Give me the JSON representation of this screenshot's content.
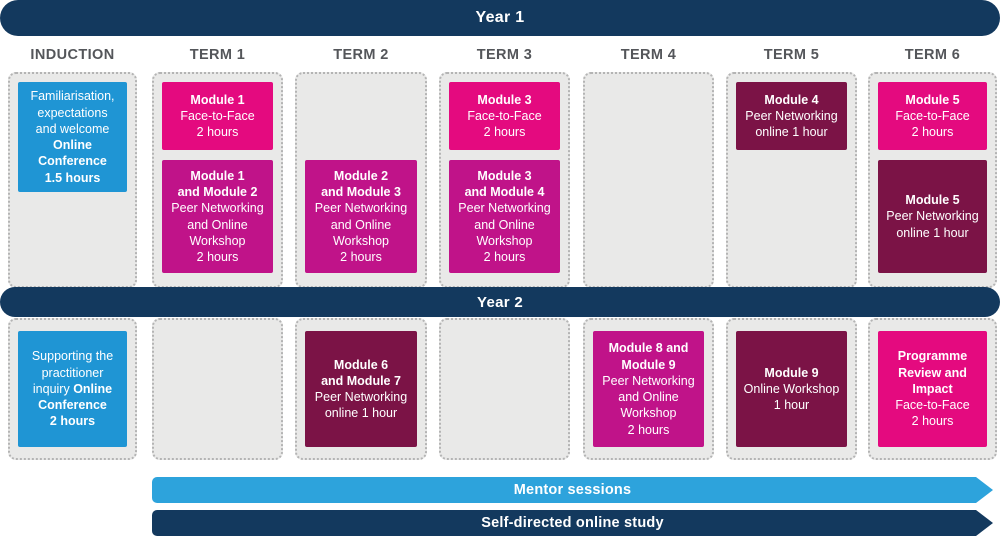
{
  "banners": {
    "year1": "Year 1",
    "year2": "Year 2",
    "mentor": "Mentor sessions",
    "self_study": "Self-directed online study"
  },
  "column_headers": [
    "INDUCTION",
    "TERM 1",
    "TERM 2",
    "TERM 3",
    "TERM 4",
    "TERM 5",
    "TERM 6"
  ],
  "colors": {
    "navy": "#13395e",
    "blue": "#1f95d4",
    "light_blue": "#2da3dc",
    "pink": "#e40a7f",
    "magenta": "#c01389",
    "maroon": "#7b1346",
    "column_bg": "#e9e9e8",
    "header_text": "#54565a"
  },
  "year1_cards": [
    {
      "column": 0,
      "slot": "tall",
      "color": "blue",
      "lines": [
        {
          "parts": [
            {
              "text": "Familiarisation,",
              "bold": false
            }
          ]
        },
        {
          "parts": [
            {
              "text": "expectations",
              "bold": false
            }
          ]
        },
        {
          "parts": [
            {
              "text": "and welcome",
              "bold": false
            }
          ]
        },
        {
          "parts": [
            {
              "text": "Online",
              "bold": true
            }
          ]
        },
        {
          "parts": [
            {
              "text": "Conference",
              "bold": true
            }
          ]
        },
        {
          "parts": [
            {
              "text": "1.5 hours",
              "bold": true
            }
          ]
        }
      ]
    },
    {
      "column": 1,
      "slot": "a",
      "color": "pink",
      "lines": [
        {
          "parts": [
            {
              "text": "Module 1",
              "bold": true
            }
          ]
        },
        {
          "parts": [
            {
              "text": "Face-to-Face",
              "bold": false
            }
          ]
        },
        {
          "parts": [
            {
              "text": "2 hours",
              "bold": false
            }
          ]
        }
      ]
    },
    {
      "column": 1,
      "slot": "b",
      "color": "magenta",
      "lines": [
        {
          "parts": [
            {
              "text": "Module 1",
              "bold": true
            }
          ]
        },
        {
          "parts": [
            {
              "text": "and Module 2",
              "bold": true
            }
          ]
        },
        {
          "parts": [
            {
              "text": "Peer Networking",
              "bold": false
            }
          ]
        },
        {
          "parts": [
            {
              "text": "and Online",
              "bold": false
            }
          ]
        },
        {
          "parts": [
            {
              "text": "Workshop",
              "bold": false
            }
          ]
        },
        {
          "parts": [
            {
              "text": "2 hours",
              "bold": false
            }
          ]
        }
      ]
    },
    {
      "column": 2,
      "slot": "b",
      "color": "magenta",
      "lines": [
        {
          "parts": [
            {
              "text": "Module 2",
              "bold": true
            }
          ]
        },
        {
          "parts": [
            {
              "text": "and Module 3",
              "bold": true
            }
          ]
        },
        {
          "parts": [
            {
              "text": "Peer Networking",
              "bold": false
            }
          ]
        },
        {
          "parts": [
            {
              "text": "and Online",
              "bold": false
            }
          ]
        },
        {
          "parts": [
            {
              "text": "Workshop",
              "bold": false
            }
          ]
        },
        {
          "parts": [
            {
              "text": "2 hours",
              "bold": false
            }
          ]
        }
      ]
    },
    {
      "column": 3,
      "slot": "a",
      "color": "pink",
      "lines": [
        {
          "parts": [
            {
              "text": "Module 3",
              "bold": true
            }
          ]
        },
        {
          "parts": [
            {
              "text": "Face-to-Face",
              "bold": false
            }
          ]
        },
        {
          "parts": [
            {
              "text": "2 hours",
              "bold": false
            }
          ]
        }
      ]
    },
    {
      "column": 3,
      "slot": "b",
      "color": "magenta",
      "lines": [
        {
          "parts": [
            {
              "text": "Module 3",
              "bold": true
            }
          ]
        },
        {
          "parts": [
            {
              "text": "and Module 4",
              "bold": true
            }
          ]
        },
        {
          "parts": [
            {
              "text": "Peer Networking",
              "bold": false
            }
          ]
        },
        {
          "parts": [
            {
              "text": "and Online",
              "bold": false
            }
          ]
        },
        {
          "parts": [
            {
              "text": "Workshop",
              "bold": false
            }
          ]
        },
        {
          "parts": [
            {
              "text": "2 hours",
              "bold": false
            }
          ]
        }
      ]
    },
    {
      "column": 5,
      "slot": "a",
      "color": "maroon",
      "lines": [
        {
          "parts": [
            {
              "text": "Module 4",
              "bold": true
            }
          ]
        },
        {
          "parts": [
            {
              "text": "Peer Networking",
              "bold": false
            }
          ]
        },
        {
          "parts": [
            {
              "text": "online 1 hour",
              "bold": false
            }
          ]
        }
      ]
    },
    {
      "column": 6,
      "slot": "a",
      "color": "pink",
      "lines": [
        {
          "parts": [
            {
              "text": "Module 5",
              "bold": true
            }
          ]
        },
        {
          "parts": [
            {
              "text": "Face-to-Face",
              "bold": false
            }
          ]
        },
        {
          "parts": [
            {
              "text": "2 hours",
              "bold": false
            }
          ]
        }
      ]
    },
    {
      "column": 6,
      "slot": "b",
      "color": "maroon",
      "lines": [
        {
          "parts": [
            {
              "text": "Module 5",
              "bold": true
            }
          ]
        },
        {
          "parts": [
            {
              "text": "Peer Networking",
              "bold": false
            }
          ]
        },
        {
          "parts": [
            {
              "text": "online 1 hour",
              "bold": false
            }
          ]
        }
      ]
    }
  ],
  "year2_cards": [
    {
      "column": 0,
      "slot": "full",
      "color": "blue",
      "lines": [
        {
          "parts": [
            {
              "text": "Supporting the",
              "bold": false
            }
          ]
        },
        {
          "parts": [
            {
              "text": "practitioner",
              "bold": false
            }
          ]
        },
        {
          "parts": [
            {
              "text": "inquiry ",
              "bold": false
            },
            {
              "text": "Online",
              "bold": true
            }
          ]
        },
        {
          "parts": [
            {
              "text": "Conference",
              "bold": true
            }
          ]
        },
        {
          "parts": [
            {
              "text": "2 hours",
              "bold": true
            }
          ]
        }
      ]
    },
    {
      "column": 2,
      "slot": "full",
      "color": "maroon",
      "lines": [
        {
          "parts": [
            {
              "text": "Module 6",
              "bold": true
            }
          ]
        },
        {
          "parts": [
            {
              "text": "and Module 7",
              "bold": true
            }
          ]
        },
        {
          "parts": [
            {
              "text": "Peer Networking",
              "bold": false
            }
          ]
        },
        {
          "parts": [
            {
              "text": "online 1 hour",
              "bold": false
            }
          ]
        }
      ]
    },
    {
      "column": 4,
      "slot": "full",
      "color": "magenta",
      "lines": [
        {
          "parts": [
            {
              "text": "Module 8 and",
              "bold": true
            }
          ]
        },
        {
          "parts": [
            {
              "text": "Module 9",
              "bold": true
            }
          ]
        },
        {
          "parts": [
            {
              "text": "Peer Networking",
              "bold": false
            }
          ]
        },
        {
          "parts": [
            {
              "text": "and Online",
              "bold": false
            }
          ]
        },
        {
          "parts": [
            {
              "text": "Workshop",
              "bold": false
            }
          ]
        },
        {
          "parts": [
            {
              "text": "2 hours",
              "bold": false
            }
          ]
        }
      ]
    },
    {
      "column": 5,
      "slot": "full",
      "color": "maroon",
      "lines": [
        {
          "parts": [
            {
              "text": "Module 9",
              "bold": true
            }
          ]
        },
        {
          "parts": [
            {
              "text": "Online Workshop",
              "bold": false
            }
          ]
        },
        {
          "parts": [
            {
              "text": "1 hour",
              "bold": false
            }
          ]
        }
      ]
    },
    {
      "column": 6,
      "slot": "full",
      "color": "pink",
      "lines": [
        {
          "parts": [
            {
              "text": "Programme",
              "bold": true
            }
          ]
        },
        {
          "parts": [
            {
              "text": "Review and",
              "bold": true
            }
          ]
        },
        {
          "parts": [
            {
              "text": "Impact",
              "bold": true
            }
          ]
        },
        {
          "parts": [
            {
              "text": "Face-to-Face",
              "bold": false
            }
          ]
        },
        {
          "parts": [
            {
              "text": "2 hours",
              "bold": false
            }
          ]
        }
      ]
    }
  ]
}
